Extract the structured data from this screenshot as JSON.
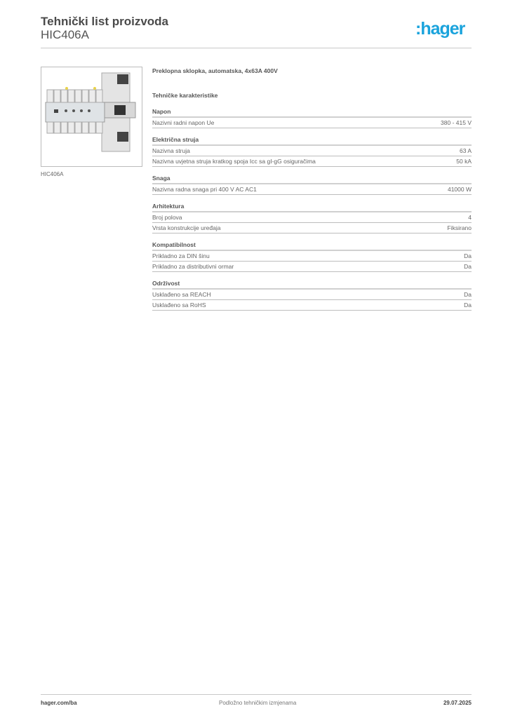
{
  "header": {
    "title": "Tehnički list proizvoda",
    "subtitle": "HIC406A",
    "logo": ":hager",
    "brand_color": "#1aa3dc"
  },
  "product": {
    "image_caption": "HIC406A",
    "description": "Preklopna sklopka, automatska, 4x63A 400V",
    "characteristics_title": "Tehničke karakteristike",
    "sections": [
      {
        "title": "Napon",
        "rows": [
          {
            "label": "Nazivni radni napon Ue",
            "value": "380 - 415 V"
          }
        ]
      },
      {
        "title": "Električna struja",
        "rows": [
          {
            "label": "Nazivna struja",
            "value": "63 A"
          },
          {
            "label": "Nazivna uvjetna struja kratkog spoja Icc sa gI-gG osiguračima",
            "value": "50 kA"
          }
        ]
      },
      {
        "title": "Snaga",
        "rows": [
          {
            "label": "Nazivna radna snaga pri 400 V AC AC1",
            "value": "41000 W"
          }
        ]
      },
      {
        "title": "Arhitektura",
        "rows": [
          {
            "label": "Broj polova",
            "value": "4"
          },
          {
            "label": "Vrsta konstrukcije uređaja",
            "value": "Fiksirano"
          }
        ]
      },
      {
        "title": "Kompatibilnost",
        "rows": [
          {
            "label": "Prikladno za DIN šinu",
            "value": "Da"
          },
          {
            "label": "Prikladno za distributivni ormar",
            "value": "Da"
          }
        ]
      },
      {
        "title": "Održivost",
        "rows": [
          {
            "label": "Usklađeno sa REACH",
            "value": "Da"
          },
          {
            "label": "Usklađeno sa RoHS",
            "value": "Da"
          }
        ]
      }
    ]
  },
  "footer": {
    "website": "hager.com/ba",
    "notice": "Podložno tehničkim izmjenama",
    "date": "29.07.2025"
  }
}
